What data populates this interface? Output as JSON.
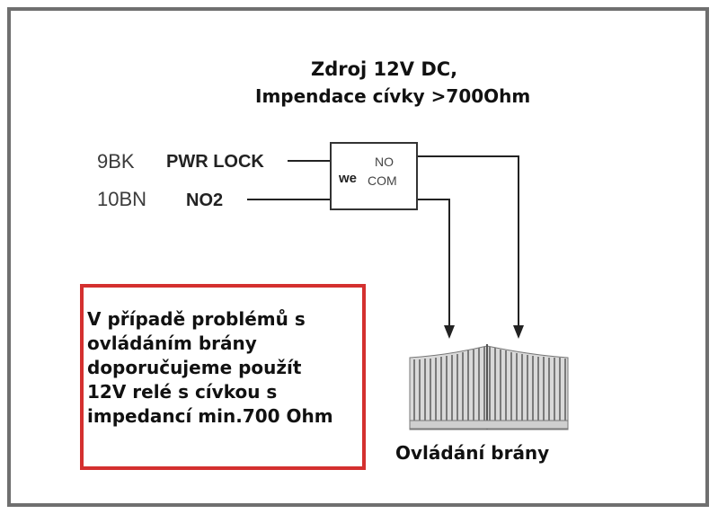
{
  "header": {
    "line1": "Zdroj 12V DC,",
    "line2": "Impendace cívky >700Ohm"
  },
  "inputs": [
    {
      "code": "9BK",
      "signal": "PWR LOCK"
    },
    {
      "code": "10BN",
      "signal": "NO2"
    }
  ],
  "relay": {
    "label": "we",
    "pins": [
      "NO",
      "COM"
    ]
  },
  "note": {
    "lines": [
      "V případě problémů s",
      "ovládáním brány",
      "doporučujeme použít",
      "12V relé s cívkou s",
      "impedancí min.700 Ohm"
    ],
    "border_color": "#d4302f"
  },
  "gate": {
    "label": "Ovládání brány",
    "icon": "gate-icon"
  }
}
